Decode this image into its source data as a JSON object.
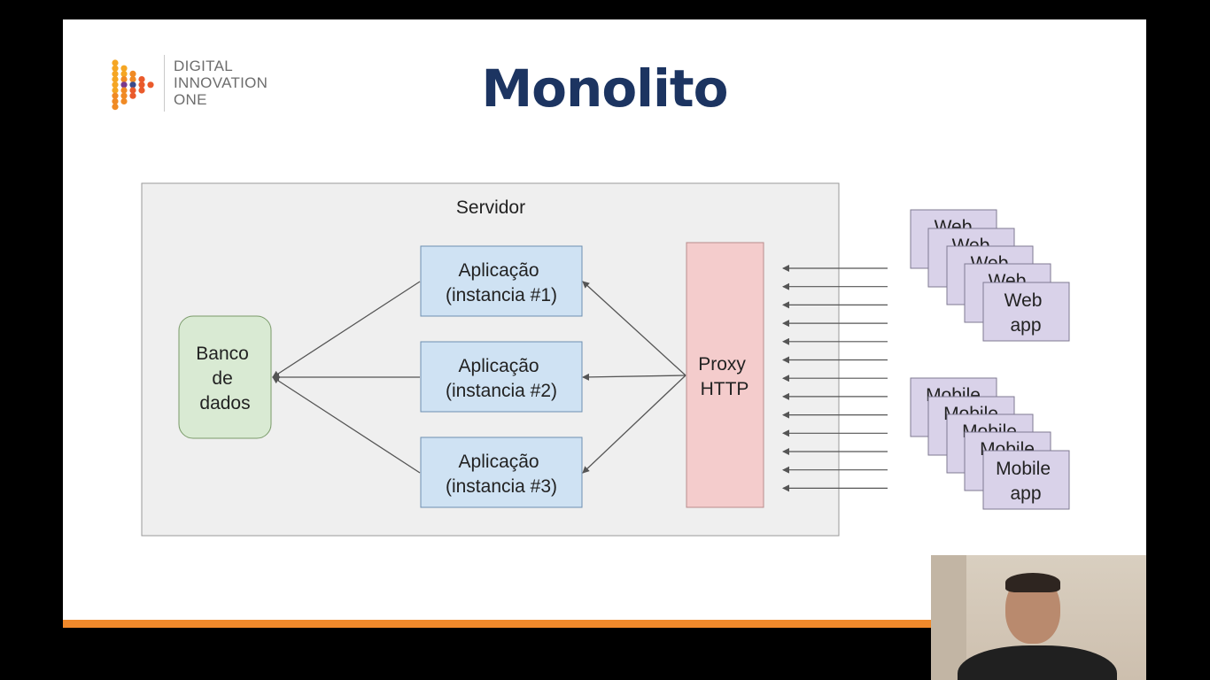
{
  "brand": {
    "logo_lines": [
      "DIGITAL",
      "INNOVATION",
      "ONE"
    ],
    "logo_dot_colors": [
      "#f5a623",
      "#f08a24",
      "#ea5a2b",
      "#7a3a8c",
      "#3a4a8c"
    ]
  },
  "slide": {
    "title": "Monolito",
    "accent_color": "#f0892b"
  },
  "diagram": {
    "server_label": "Servidor",
    "database_label": [
      "Banco",
      "de",
      "dados"
    ],
    "app_instances": [
      {
        "line1": "Aplicação",
        "line2": "(instancia #1)"
      },
      {
        "line1": "Aplicação",
        "line2": "(instancia #2)"
      },
      {
        "line1": "Aplicação",
        "line2": "(instancia #3)"
      }
    ],
    "proxy_label": [
      "Proxy",
      "HTTP"
    ],
    "web_clients": {
      "stack_label": "Web",
      "front_label": [
        "Web",
        "app"
      ]
    },
    "mobile_clients": {
      "stack_label": "Mobile",
      "front_label": [
        "Mobile",
        "app"
      ]
    },
    "colors": {
      "server_fill": "#efefef",
      "database_fill": "#d9ead3",
      "database_stroke": "#7a9a6a",
      "app_fill": "#cfe2f3",
      "app_stroke": "#6d8fb0",
      "proxy_fill": "#f4cccc",
      "proxy_stroke": "#b98c8c",
      "client_fill": "#d9d2e9",
      "client_stroke": "#7f7a92",
      "arrow": "#555555"
    }
  }
}
